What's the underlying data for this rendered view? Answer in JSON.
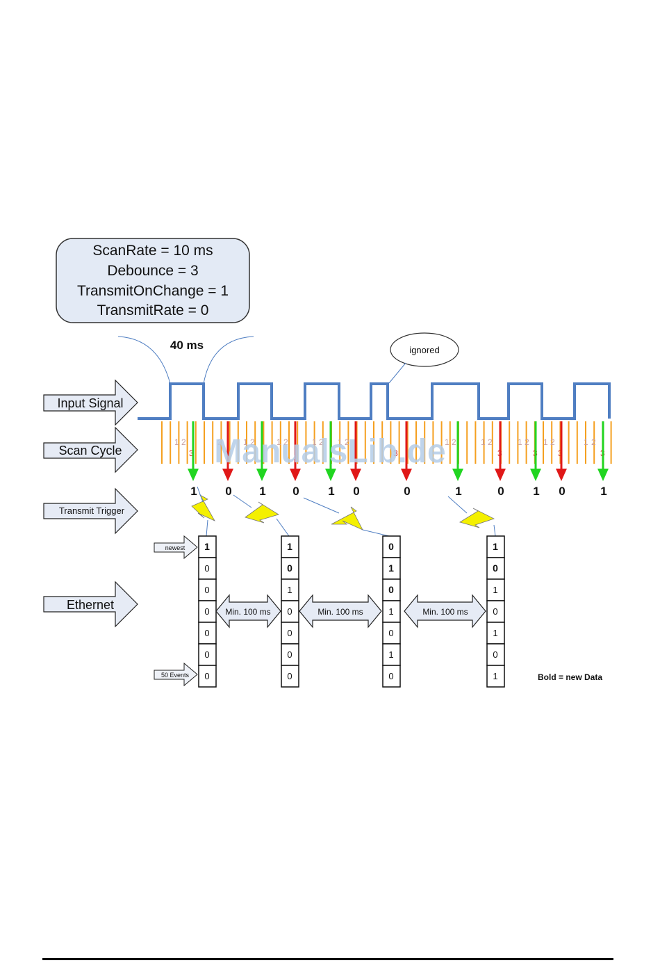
{
  "config": {
    "lines": [
      "ScanRate = 10 ms",
      "Debounce = 3",
      "TransmitOnChange = 1",
      "TransmitRate = 0"
    ]
  },
  "period_label": "40 ms",
  "ignored_label": "ignored",
  "rows": {
    "input_signal": "Input Signal",
    "scan_cycle": "Scan Cycle",
    "transmit_trigger": "Transmit Trigger",
    "ethernet": "Ethernet"
  },
  "tick_numbers": {
    "one": "1",
    "two": "2",
    "three": "3"
  },
  "transitions": [
    {
      "value": "1",
      "color": "green"
    },
    {
      "value": "0",
      "color": "red"
    },
    {
      "value": "1",
      "color": "green"
    },
    {
      "value": "0",
      "color": "red"
    },
    {
      "value": "1",
      "color": "green"
    },
    {
      "value": "0",
      "color": "red"
    },
    {
      "value": "0",
      "color": "red"
    },
    {
      "value": "1",
      "color": "green"
    },
    {
      "value": "0",
      "color": "red"
    },
    {
      "value": "1",
      "color": "green"
    },
    {
      "value": "0",
      "color": "red"
    },
    {
      "value": "1",
      "color": "green"
    }
  ],
  "buffer_labels": {
    "newest": "newest",
    "events": "50 Events"
  },
  "buffers": [
    {
      "cells": [
        "1",
        "0",
        "0",
        "0",
        "0",
        "0",
        "0"
      ],
      "bold": [
        true,
        false,
        false,
        false,
        false,
        false,
        false
      ]
    },
    {
      "cells": [
        "1",
        "0",
        "1",
        "0",
        "0",
        "0",
        "0"
      ],
      "bold": [
        true,
        true,
        false,
        false,
        false,
        false,
        false
      ]
    },
    {
      "cells": [
        "0",
        "1",
        "0",
        "1",
        "0",
        "1",
        "0"
      ],
      "bold": [
        true,
        true,
        true,
        false,
        false,
        false,
        false
      ]
    },
    {
      "cells": [
        "1",
        "0",
        "1",
        "0",
        "1",
        "0",
        "1"
      ],
      "bold": [
        true,
        true,
        false,
        false,
        false,
        false,
        false
      ]
    }
  ],
  "interval_labels": [
    "Min. 100 ms",
    "Min. 100 ms",
    "Min. 100 ms"
  ],
  "legend": "Bold = new Data",
  "watermark": "ManualsLib.de",
  "colors": {
    "signal": "#4f7ec2",
    "scan_tick": "#f5a020",
    "tick_label": "#c8a0a0",
    "tick_label_red": "#d02020",
    "arrow_green": "#21d521",
    "arrow_red": "#e01818",
    "bolt": "#f4f000",
    "row_arrow_fill": "#e6ebf5",
    "config_fill": "#e3eaf5",
    "watermark": "#b5cde8"
  }
}
